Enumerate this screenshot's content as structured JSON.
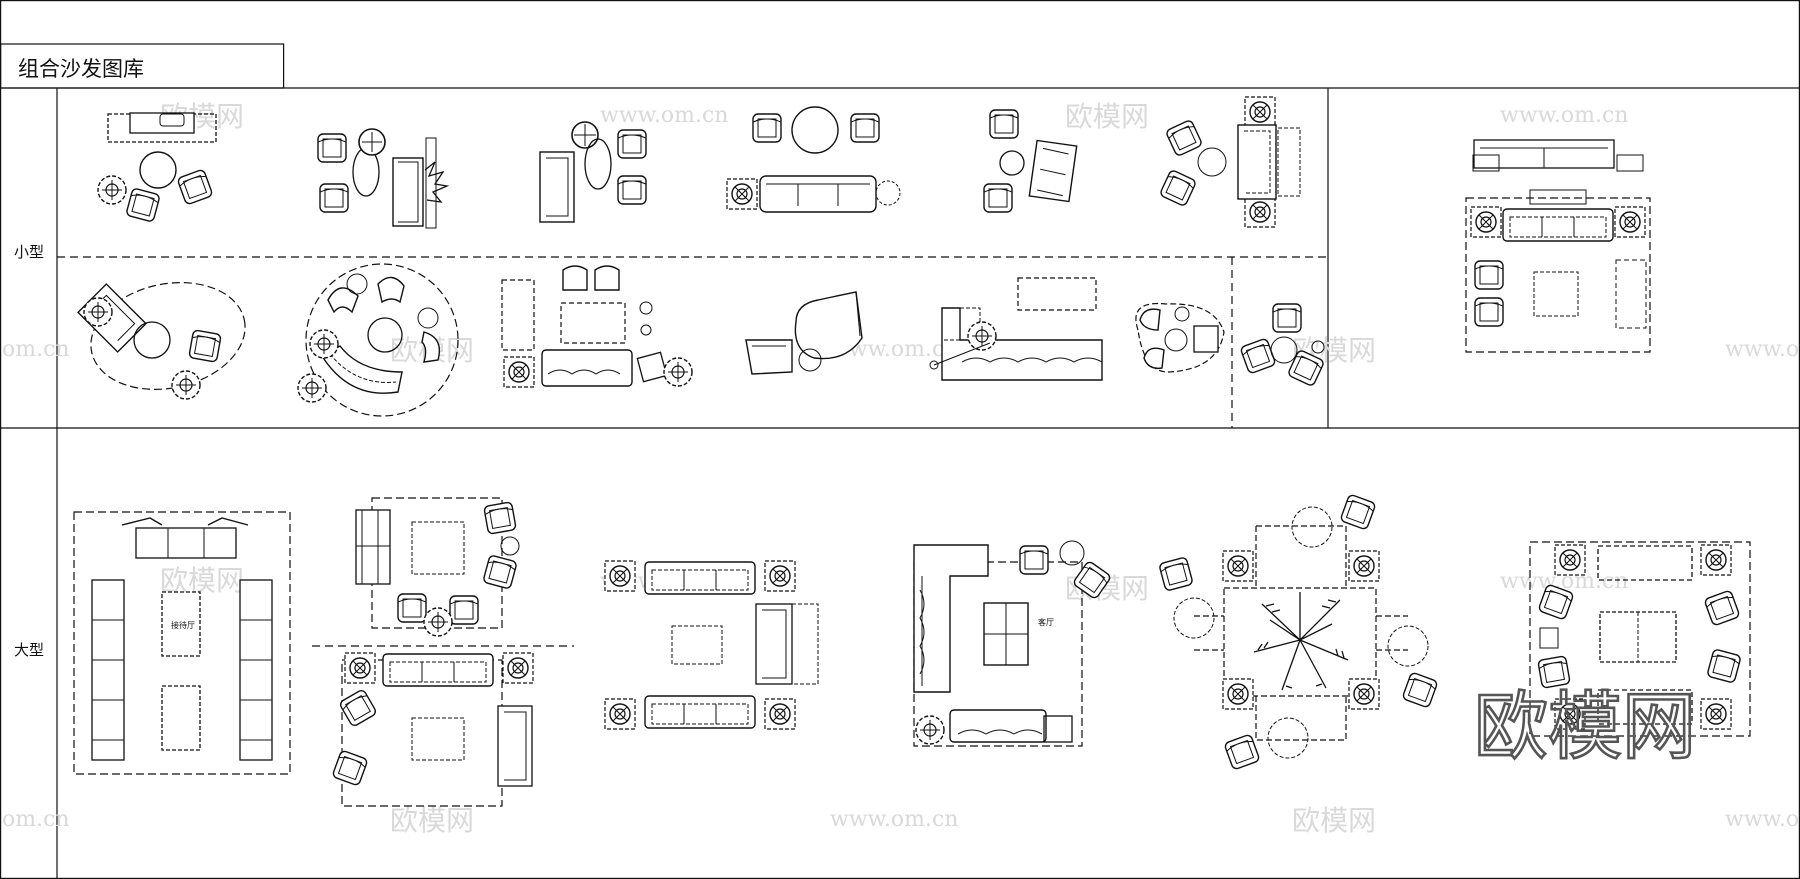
{
  "sheet": {
    "title": "组合沙发图库",
    "row_small": "小型",
    "row_large": "大型"
  },
  "labels": {
    "reception": "接待厅",
    "living_room": "客厅"
  },
  "watermark": {
    "brand": "欧模网",
    "url": "www.om.cn",
    "url_cut": "om.cn"
  },
  "colors": {
    "line": "#111111",
    "watermark": "#d9d9d9",
    "logo": "#555555"
  }
}
